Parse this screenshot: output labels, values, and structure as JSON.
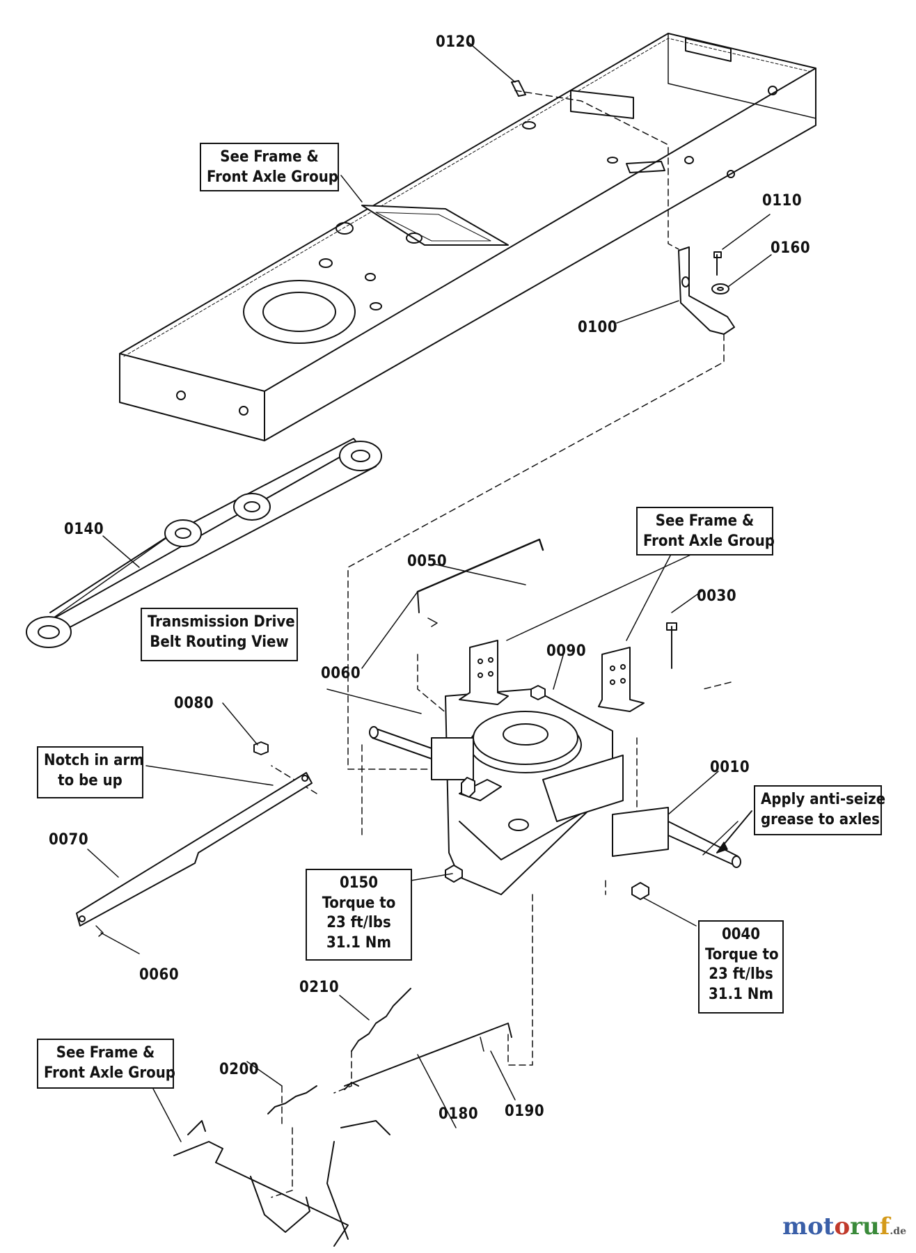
{
  "part_numbers": {
    "p0120": "0120",
    "p0110": "0110",
    "p0160": "0160",
    "p0100": "0100",
    "p0140": "0140",
    "p0050": "0050",
    "p0030": "0030",
    "p0060_top": "0060",
    "p0090": "0090",
    "p0080": "0080",
    "p0010": "0010",
    "p0070": "0070",
    "p0060_bottom": "0060",
    "p0210": "0210",
    "p0200": "0200",
    "p0180": "0180",
    "p0190": "0190"
  },
  "callouts": {
    "frame_top": [
      "See Frame &",
      "Front Axle Group"
    ],
    "frame_mid": [
      "See Frame &",
      "Front Axle Group"
    ],
    "frame_bottom": [
      "See Frame &",
      "Front Axle Group"
    ],
    "belt_view": [
      "Transmission Drive",
      "Belt Routing View"
    ],
    "notch": [
      "Notch in arm",
      "to be up"
    ],
    "antiseize": [
      "Apply anti-seize",
      "grease to axles"
    ],
    "torque_0150": [
      "0150",
      "Torque to",
      "23 ft/lbs",
      "31.1 Nm"
    ],
    "torque_0040": [
      "0040",
      "Torque to",
      "23 ft/lbs",
      "31.1 Nm"
    ]
  },
  "logo": {
    "m1": "mot",
    "m2": "o",
    "m3": "ru",
    "m4": "f",
    "tld": ".de"
  }
}
